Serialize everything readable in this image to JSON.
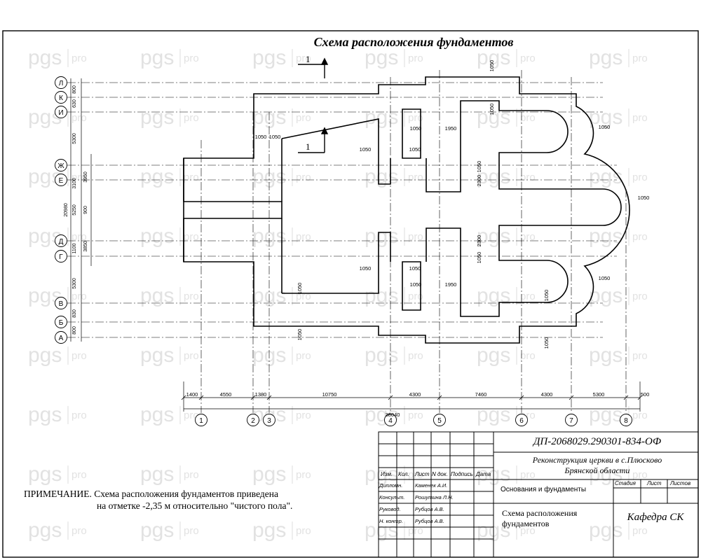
{
  "title": "Схема расположения фундаментов",
  "watermark": {
    "brand": "pgs",
    "suffix": "pro"
  },
  "grid": {
    "rows": [
      "Л",
      "К",
      "И",
      "Ж",
      "Е",
      "Д",
      "Г",
      "В",
      "Б",
      "А"
    ],
    "cols": [
      "1",
      "2",
      "3",
      "4",
      "5",
      "6",
      "7",
      "8"
    ]
  },
  "section_mark": "1",
  "dims": {
    "bottom": [
      "1400",
      "4550",
      "1380",
      "10750",
      "4300",
      "7460",
      "4300",
      "5300",
      "500"
    ],
    "total_bottom": "38040",
    "left": [
      "800",
      "630",
      "5300",
      "3950",
      "3850",
      "20980",
      "5250",
      "3100",
      "1100",
      "5300",
      "830",
      "800",
      "900"
    ],
    "inner": [
      "1050",
      "1950",
      "2300"
    ]
  },
  "note": {
    "line1": "ПРИМЕЧАНИЕ. Схема расположения фундаментов приведена",
    "line2": "на отметке -2,35 м относительно \"чистого пола\"."
  },
  "title_block": {
    "doc_code": "ДП-2068029.290301-834-ОФ",
    "project_line1": "Реконструкция церкви в с.Плюсково",
    "project_line2": "Брянской области",
    "section": "Основания и фундаменты",
    "drawing_line1": "Схема расположения",
    "drawing_line2": "фундаментов",
    "org": "Кафедра СК",
    "head_cols": [
      "Изм.",
      "Кол.",
      "Лист",
      "N док.",
      "Подпись",
      "Дата"
    ],
    "roles": [
      "Дипломн.",
      "Консульт.",
      "Руковод.",
      "Н. контр."
    ],
    "names": [
      "Каменек А.И.",
      "Рошутина Л.Н.",
      "Рубцов А.В.",
      "Рубцов А.В."
    ],
    "stage_cols": [
      "Стадия",
      "Лист",
      "Листов"
    ]
  }
}
